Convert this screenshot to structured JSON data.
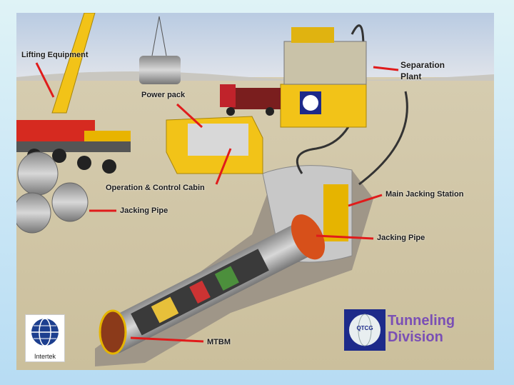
{
  "labels": {
    "lifting_equipment": "Lifting Equipment",
    "power_pack": "Power pack",
    "separation_plant_1": "Separation",
    "separation_plant_2": "Plant",
    "operation_cabin": "Operation & Control Cabin",
    "jacking_pipe_left": "Jacking Pipe",
    "main_jacking_station": "Main Jacking Station",
    "jacking_pipe_right": "Jacking Pipe",
    "mtbm": "MTBM"
  },
  "logos": {
    "intertek": "Intertek",
    "qtcg": "QTCG",
    "division_line1": "Tunneling",
    "division_line2": "Division"
  },
  "colors": {
    "arrow": "#e01b1b",
    "equipment_yellow": "#f2c318",
    "division_text": "#7a4fb5",
    "qtcg_blue": "#1d2a8a"
  }
}
